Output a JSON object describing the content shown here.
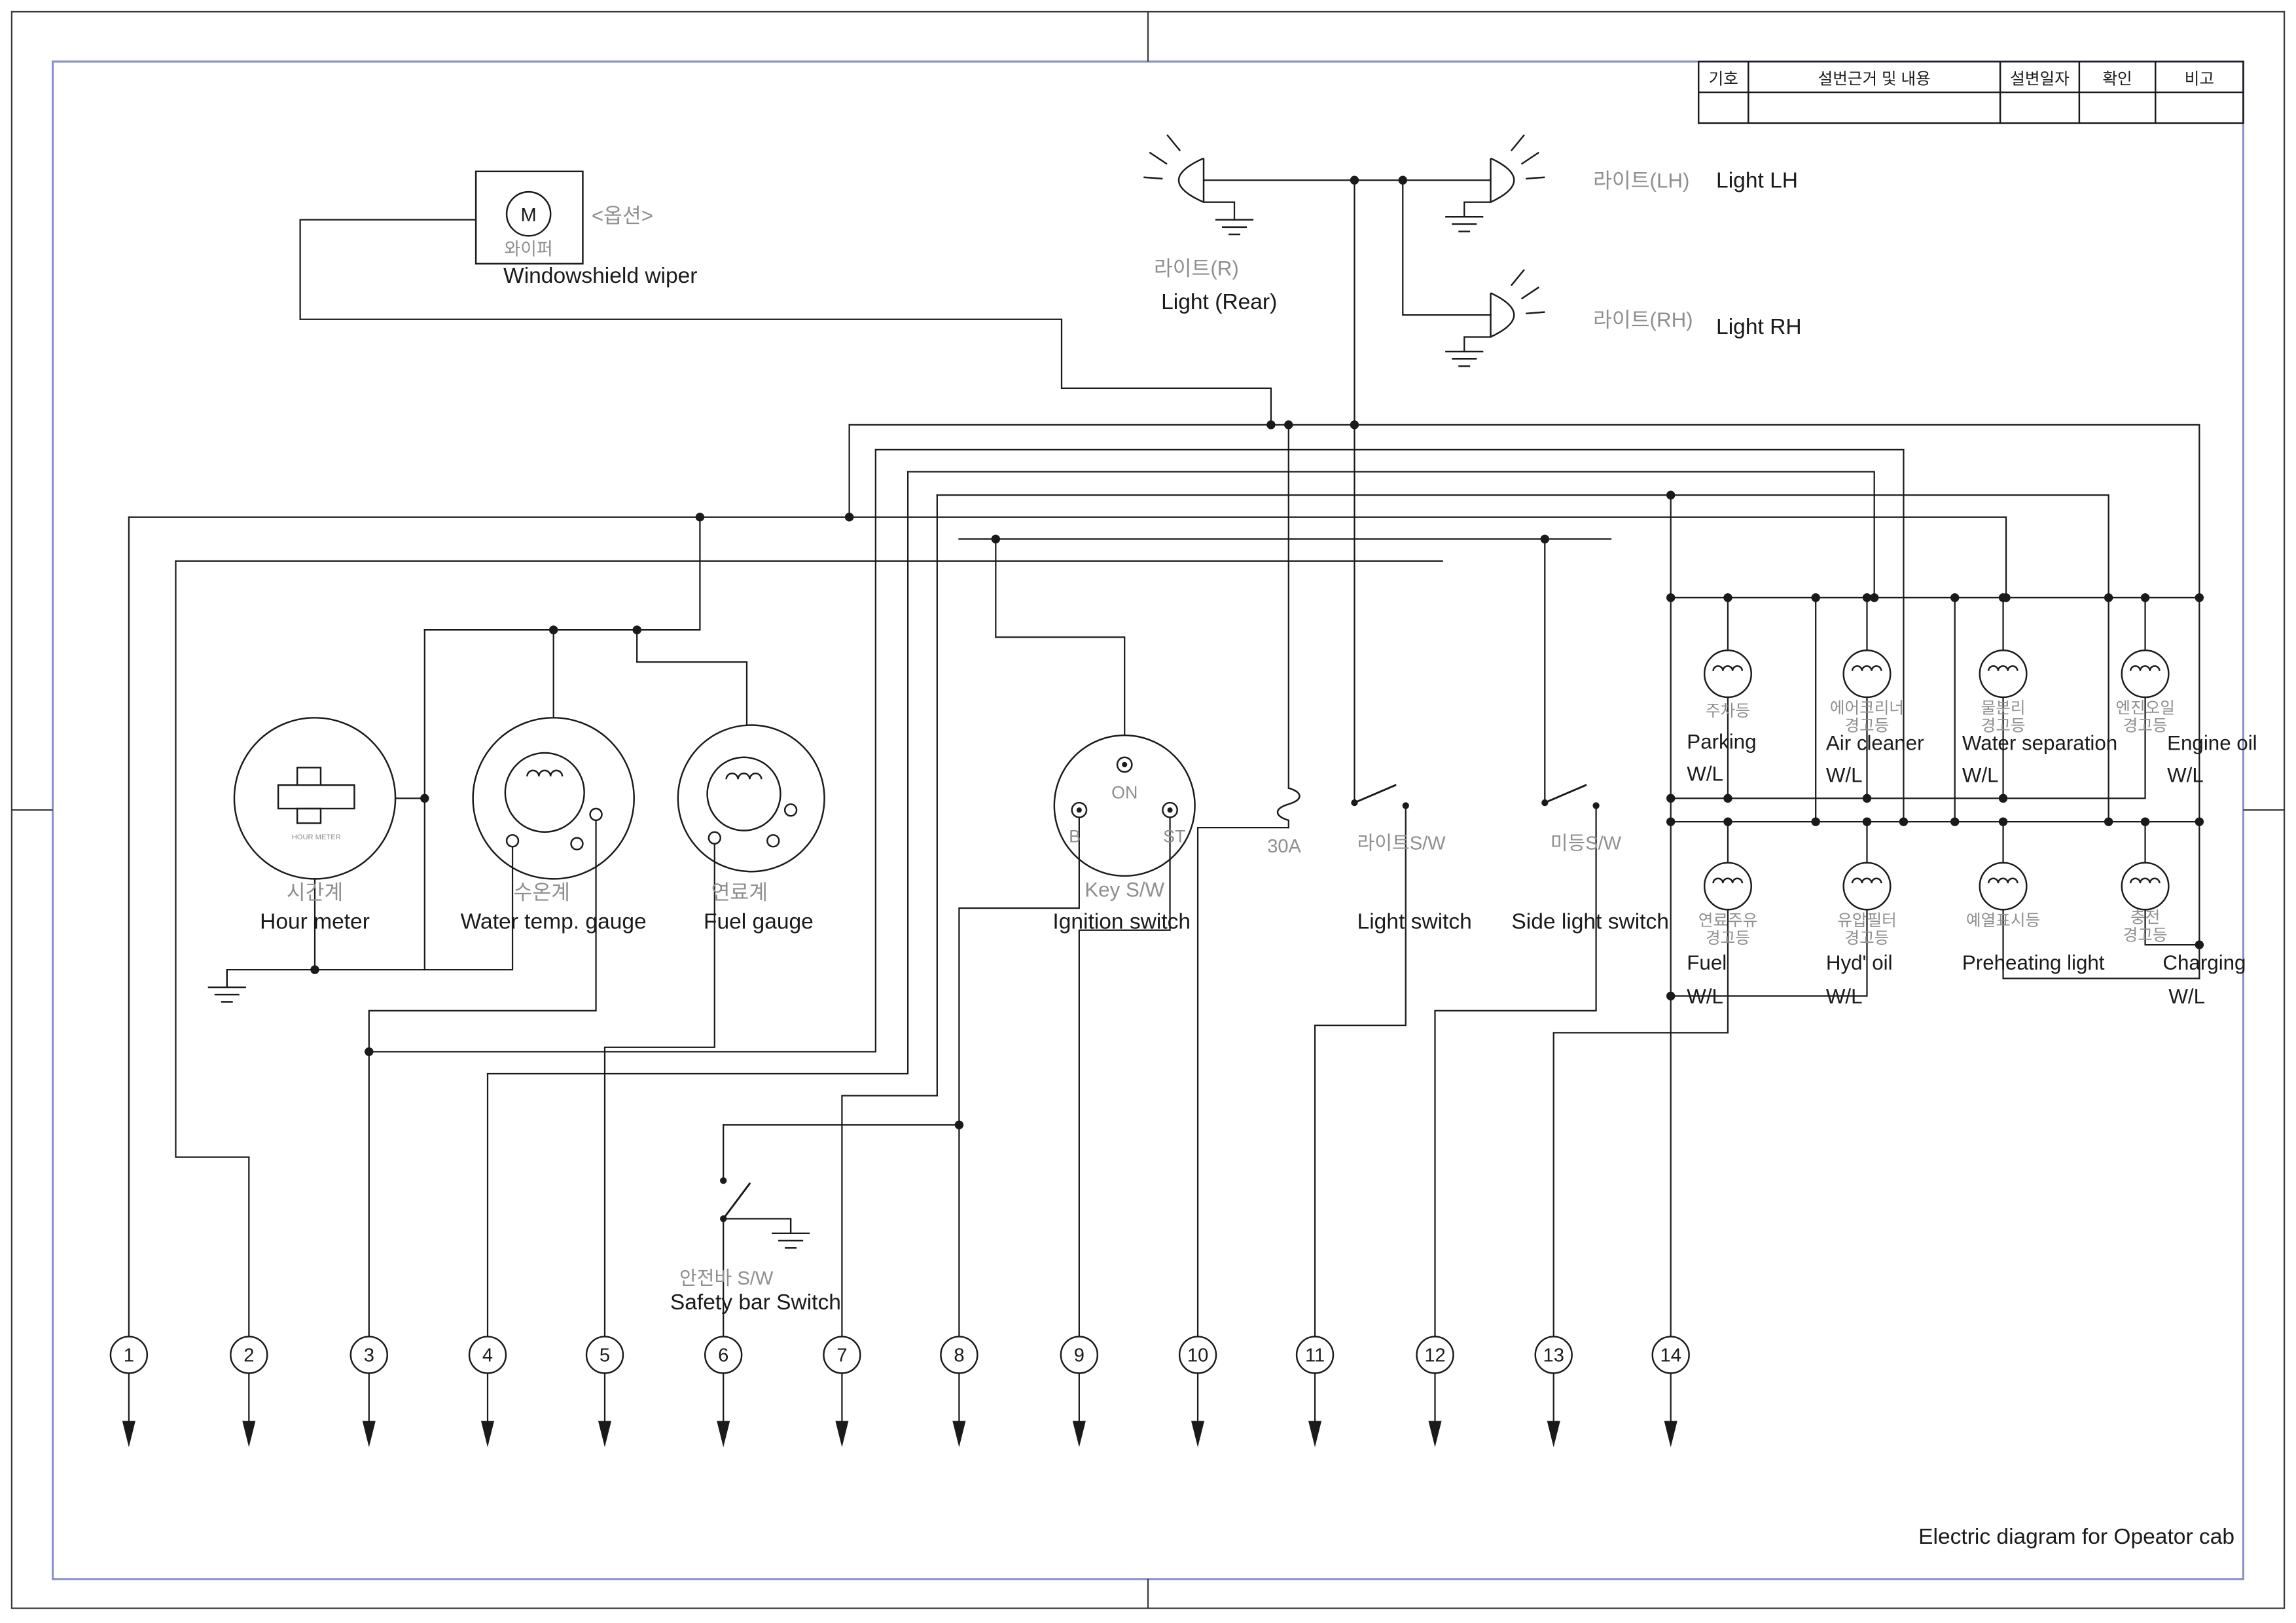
{
  "colors": {
    "line": "#1a1a1a",
    "korean_text": "#8f8f8f",
    "frame_blue": "#8a93c6",
    "background": "#ffffff"
  },
  "title_block": {
    "headers": [
      "기호",
      "설번근거 및 내용",
      "설변일자",
      "확인",
      "비고"
    ]
  },
  "wiper": {
    "motor_letter": "M",
    "option_label": "<옵션>",
    "label_kr": "와이퍼",
    "label_en": "Windowshield wiper"
  },
  "lights": {
    "rear": {
      "label_kr": "라이트(R)",
      "label_en": "Light (Rear)"
    },
    "lh": {
      "label_kr": "라이트(LH)",
      "label_en": "Light LH"
    },
    "rh": {
      "label_kr": "라이트(RH)",
      "label_en": "Light RH"
    }
  },
  "gauges": {
    "hour": {
      "label_kr": "시간계",
      "label_en": "Hour meter",
      "inner_label": "HOUR METER"
    },
    "water": {
      "label_kr": "수온계",
      "label_en": "Water temp. gauge"
    },
    "fuel": {
      "label_kr": "연료계",
      "label_en": "Fuel gauge"
    }
  },
  "ignition": {
    "label_kr": "Key S/W",
    "label_en": "Ignition switch",
    "terminal_b": "B",
    "terminal_on": "ON",
    "terminal_st": "ST"
  },
  "fuse": {
    "rating": "30A"
  },
  "switches": {
    "light": {
      "label_kr": "라이트S/W",
      "label_en": "Light switch"
    },
    "side": {
      "label_kr": "미등S/W",
      "label_en": "Side light switch"
    },
    "safety": {
      "label_kr": "안전바 S/W",
      "label_en": "Safety bar Switch"
    }
  },
  "warning_lamps": {
    "row1": [
      {
        "kr1": "주차등",
        "kr2": "",
        "en1": "Parking",
        "en2": "W/L"
      },
      {
        "kr1": "에어크리너",
        "kr2": "경고등",
        "en1": "Air cleaner",
        "en2": "W/L"
      },
      {
        "kr1": "물분리",
        "kr2": "경고등",
        "en1": "Water separation",
        "en2": "W/L"
      },
      {
        "kr1": "엔진오일",
        "kr2": "경고등",
        "en1": "Engine oil",
        "en2": "W/L"
      }
    ],
    "row2": [
      {
        "kr1": "연료주유",
        "kr2": "경고등",
        "en1": "Fuel",
        "en2": "W/L"
      },
      {
        "kr1": "유압필터",
        "kr2": "경고등",
        "en1": "Hyd' oil",
        "en2": "W/L"
      },
      {
        "kr1": "예열표시등",
        "kr2": "",
        "en1": "Preheating light",
        "en2": ""
      },
      {
        "kr1": "충전",
        "kr2": "경고등",
        "en1": "Charging",
        "en2": "W/L"
      }
    ]
  },
  "connectors": [
    "1",
    "2",
    "3",
    "4",
    "5",
    "6",
    "7",
    "8",
    "9",
    "10",
    "11",
    "12",
    "13",
    "14"
  ],
  "footer": {
    "caption": "Electric diagram for Opeator cab"
  }
}
